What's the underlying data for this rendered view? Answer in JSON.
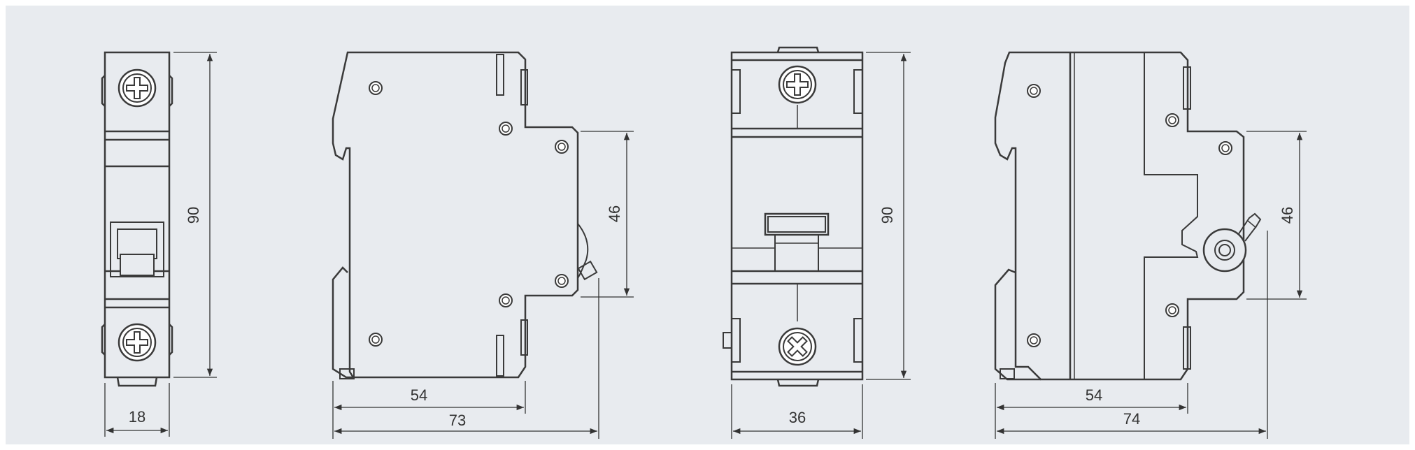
{
  "colors": {
    "background": "#ffffff",
    "panel": "#e8ebef",
    "stroke": "#3a3a3a",
    "dimension": "#333333"
  },
  "views": {
    "front_1p": {
      "width_label": "18",
      "height_label": "90"
    },
    "side_1p": {
      "depth_label": "54",
      "overall_label": "73",
      "height_label": "46"
    },
    "front_2p": {
      "width_label": "36",
      "height_label": "90"
    },
    "side_2p": {
      "depth_label": "54",
      "overall_label": "74",
      "height_label": "46"
    }
  }
}
